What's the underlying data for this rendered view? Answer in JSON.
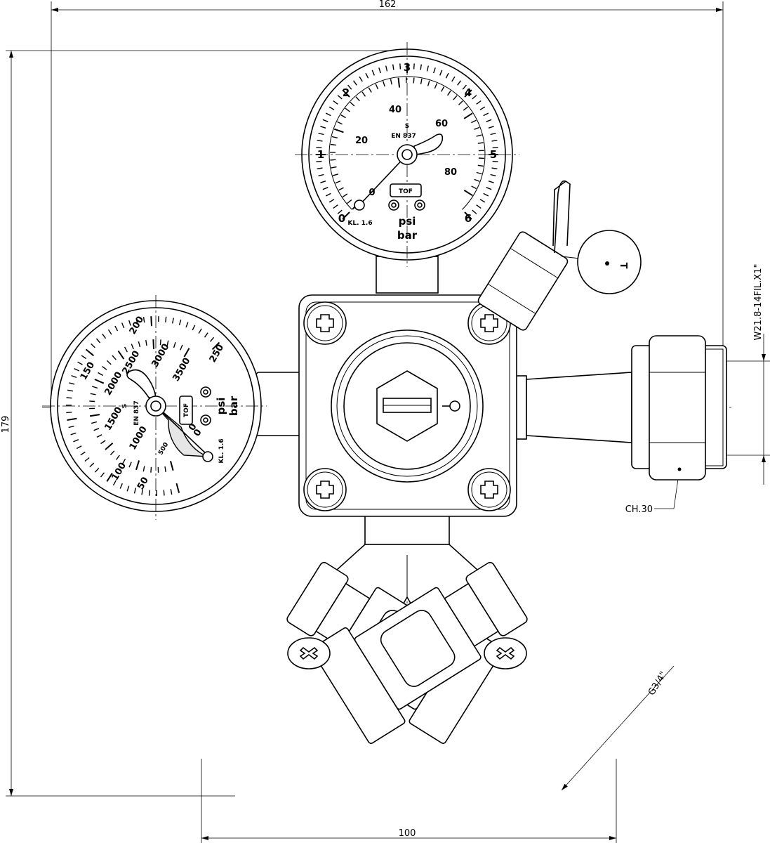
{
  "dimensions": {
    "overall_width": "162",
    "overall_height": "179",
    "outlet_spacing": "100",
    "hex_size": "CH.30",
    "inlet_thread": "W21.8-14FIL.X1\"",
    "outlet_thread": "G3/4\""
  },
  "low_pressure_gauge": {
    "bar_scale": [
      "0",
      "1",
      "2",
      "3",
      "4",
      "5",
      "6"
    ],
    "psi_scale": [
      "0",
      "20",
      "40",
      "60",
      "80"
    ],
    "unit_psi": "psi",
    "unit_bar": "bar",
    "standard_mark": "S",
    "standard": "EN 837",
    "accuracy_class": "KL. 1.6",
    "brand": "TOF"
  },
  "high_pressure_gauge": {
    "bar_scale": [
      "0",
      "50",
      "100",
      "150",
      "200",
      "250"
    ],
    "psi_scale": [
      "0",
      "500",
      "1000",
      "1500",
      "2000",
      "2500",
      "3000",
      "3500"
    ],
    "unit_psi": "psi",
    "unit_bar": "bar",
    "standard_mark": "S",
    "standard": "EN 837",
    "accuracy_class": "KL. 1.6",
    "brand": "TOF"
  },
  "tag_label": "T"
}
